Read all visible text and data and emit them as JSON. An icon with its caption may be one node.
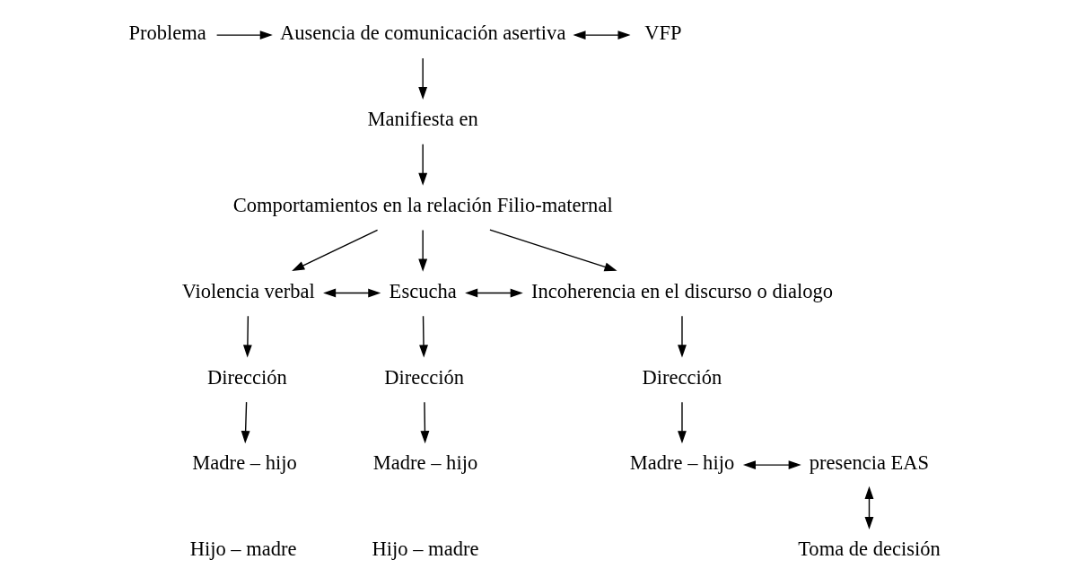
{
  "diagram": {
    "nodes": [
      {
        "text": [
          "Problema"
        ]
      },
      {
        "text": [
          "Ausencia de comunicación asertiva"
        ]
      },
      {
        "text": [
          "VFP"
        ]
      },
      {
        "text": [
          "Manifiesta en"
        ]
      },
      {
        "text": [
          "Comportamientos en la relación Filio-maternal"
        ]
      },
      {
        "text": [
          "Violencia verbal"
        ]
      },
      {
        "text": [
          "Escucha"
        ]
      },
      {
        "text": [
          "Incoherencia en el discurso o dialogo"
        ]
      },
      {
        "text": [
          "Dirección"
        ]
      },
      {
        "text": [
          "Dirección"
        ]
      },
      {
        "text": [
          "Dirección"
        ]
      },
      {
        "text": [
          "Madre – hijo"
        ]
      },
      {
        "text": [
          "Madre – hijo"
        ]
      },
      {
        "text": [
          "Madre – hijo"
        ]
      },
      {
        "text": [
          "presencia EAS"
        ]
      },
      {
        "text": [
          "Toma de decisión"
        ]
      }
    ],
    "edges": [
      {
        "from": 0,
        "to": 1,
        "arrow": "to"
      },
      {
        "from": 1,
        "to": 2,
        "arrow": "both"
      },
      {
        "from": 1,
        "to": 3,
        "arrow": "to"
      },
      {
        "from": 3,
        "to": 4,
        "arrow": "to"
      },
      {
        "from": 4,
        "to": 5,
        "arrow": "to"
      },
      {
        "from": 4,
        "to": 6,
        "arrow": "to"
      },
      {
        "from": 4,
        "to": 7,
        "arrow": "to"
      },
      {
        "from": 5,
        "to": 6,
        "arrow": "both"
      },
      {
        "from": 6,
        "to": 7,
        "arrow": "both"
      },
      {
        "from": 5,
        "to": 8,
        "arrow": "to"
      },
      {
        "from": 6,
        "to": 9,
        "arrow": "to"
      },
      {
        "from": 7,
        "to": 10,
        "arrow": "to"
      },
      {
        "from": 8,
        "to": 11,
        "arrow": "to"
      },
      {
        "from": 9,
        "to": 12,
        "arrow": "to"
      },
      {
        "from": 10,
        "to": 13,
        "arrow": "to"
      },
      {
        "from": 13,
        "to": 14,
        "arrow": "both"
      },
      {
        "from": 14,
        "to": 15,
        "arrow": "both"
      }
    ],
    "labels": [
      "Hijo – madre",
      "Hijo – madre"
    ]
  }
}
